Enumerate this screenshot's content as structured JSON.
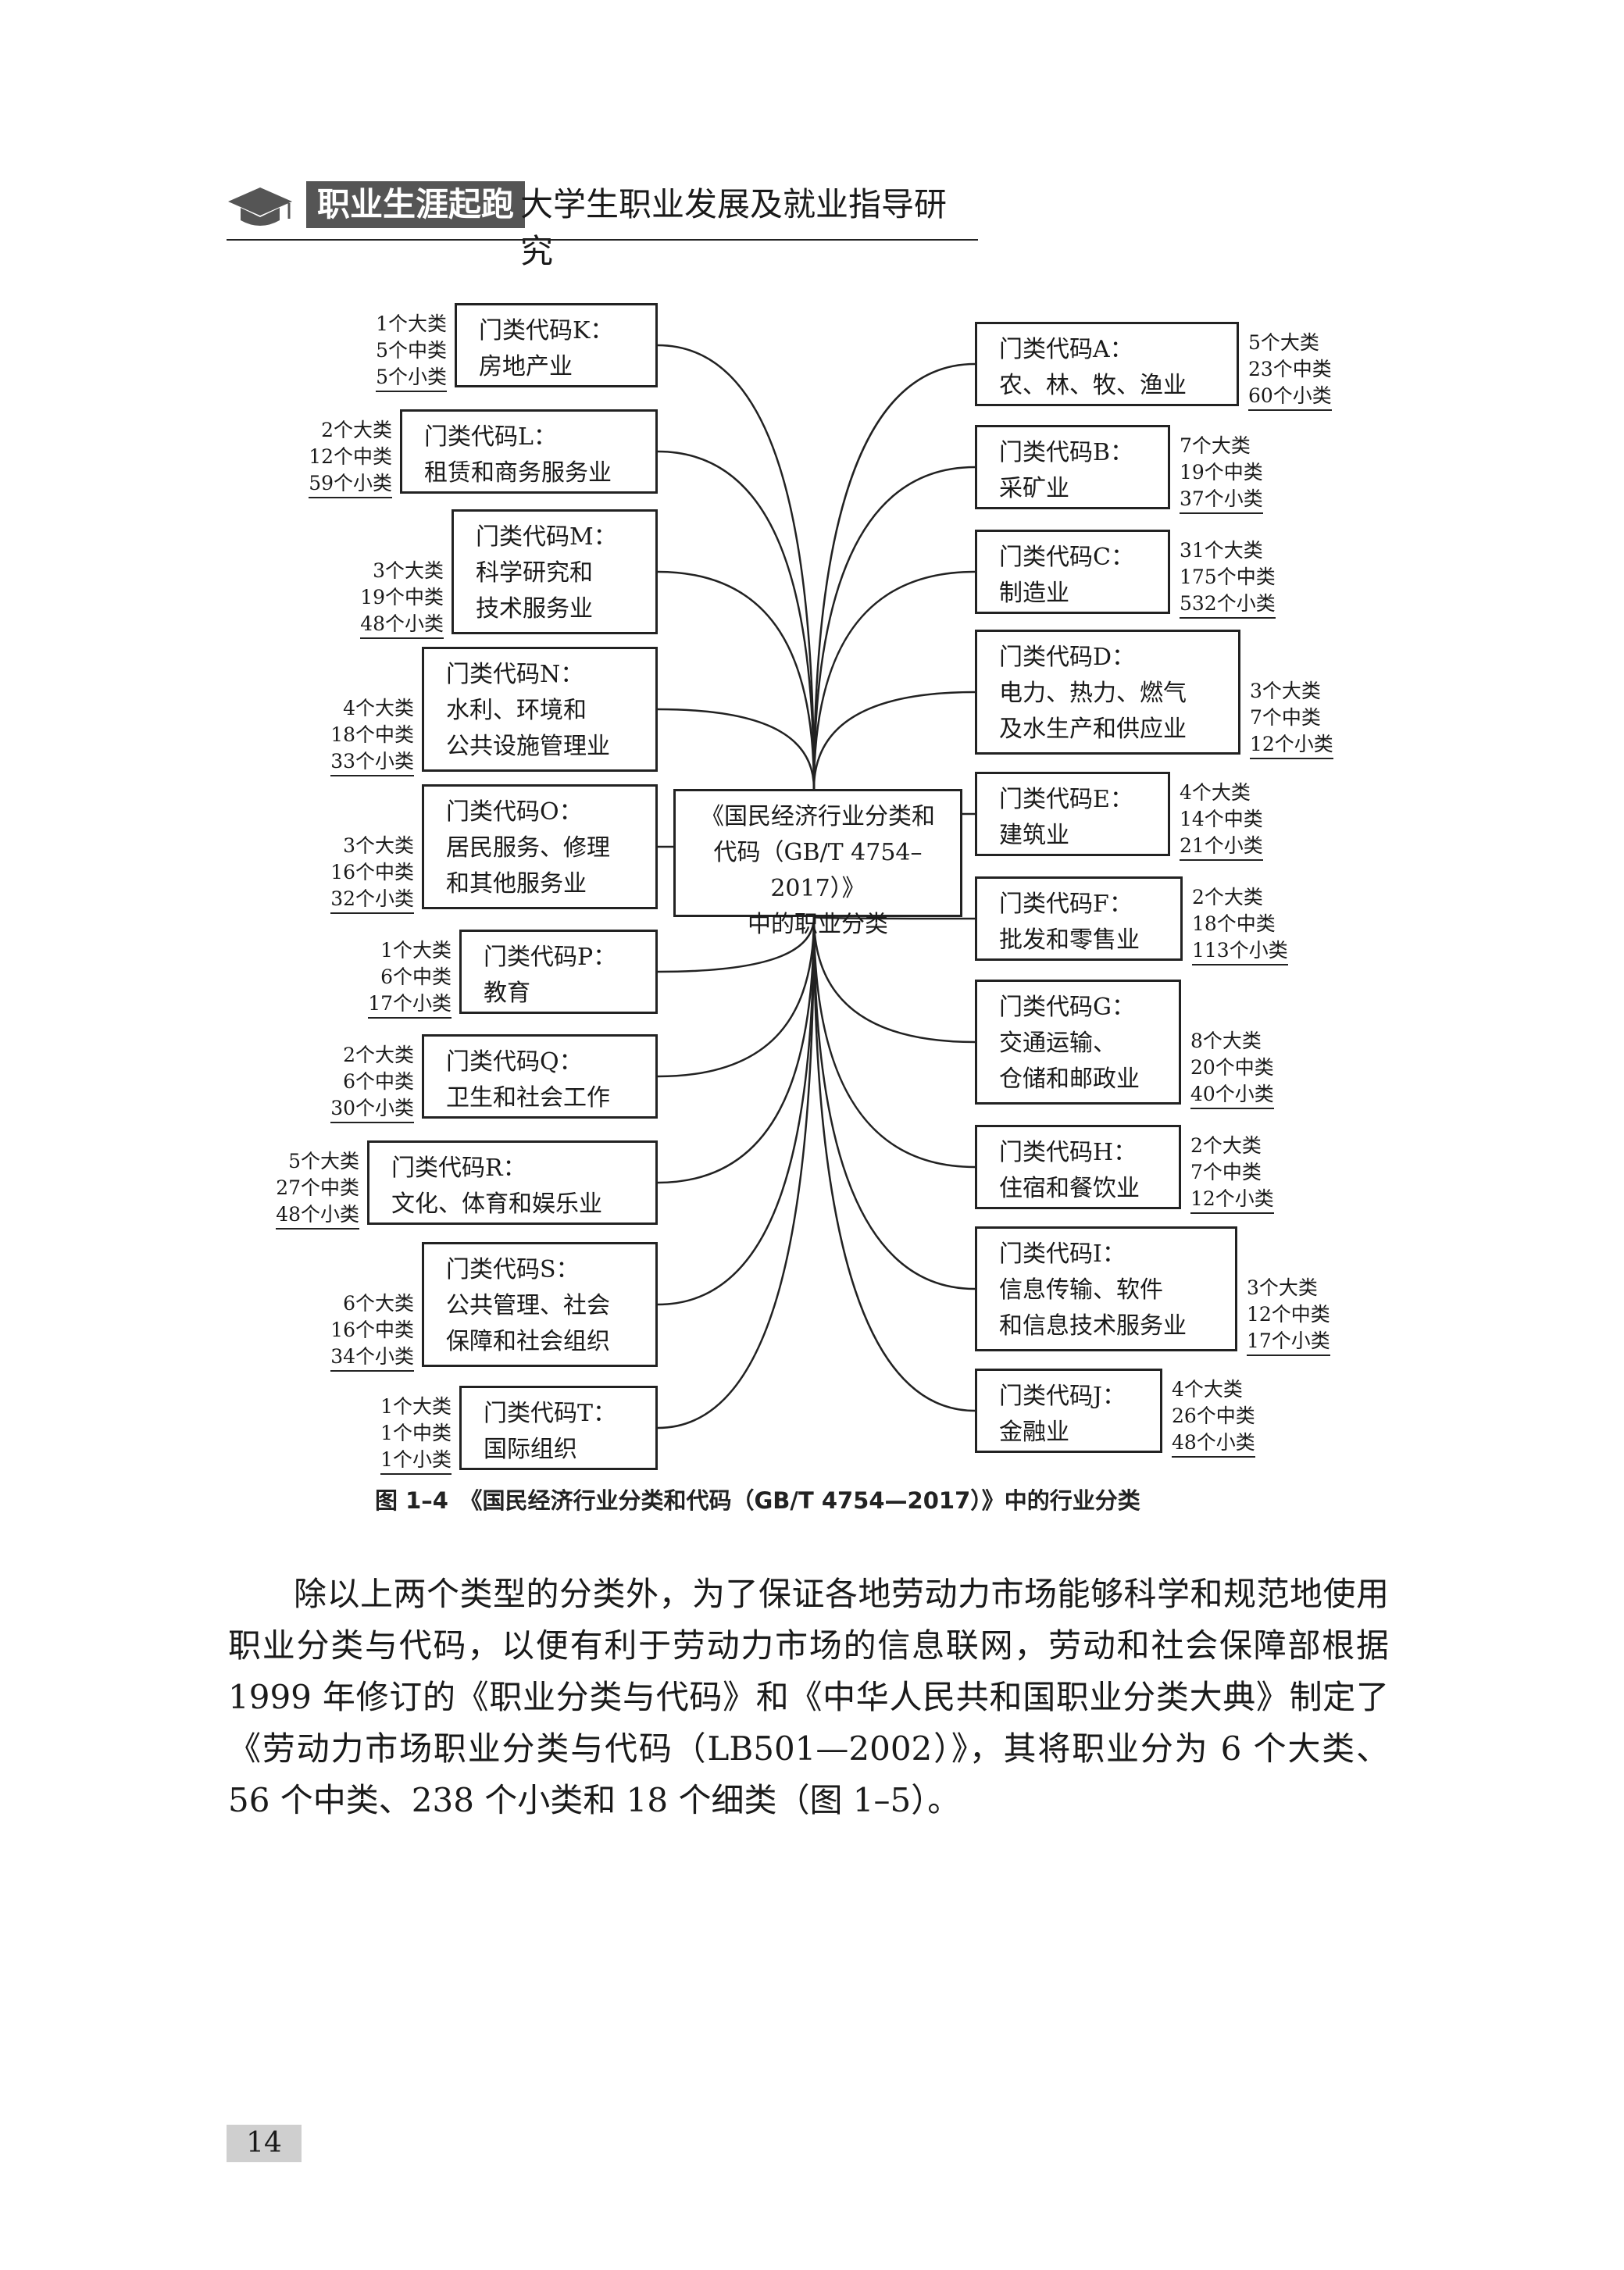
{
  "header": {
    "badge": "职业生涯起跑",
    "title": "大学生职业发展及就业指导研究"
  },
  "diagram": {
    "center": {
      "line1": "《国民经济行业分类和",
      "line2": "代码（GB/T 4754–2017）》",
      "line3": "中的职业分类"
    },
    "left": [
      {
        "code": "门类代码K：",
        "name": "房地产业",
        "stats": [
          "1个大类",
          "5个中类",
          "5个小类"
        ]
      },
      {
        "code": "门类代码L：",
        "name": "租赁和商务服务业",
        "stats": [
          "2个大类",
          "12个中类",
          "59个小类"
        ]
      },
      {
        "code": "门类代码M：",
        "name": "科学研究和\n技术服务业",
        "stats": [
          "3个大类",
          "19个中类",
          "48个小类"
        ]
      },
      {
        "code": "门类代码N：",
        "name": "水利、环境和\n公共设施管理业",
        "stats": [
          "4个大类",
          "18个中类",
          "33个小类"
        ]
      },
      {
        "code": "门类代码O：",
        "name": "居民服务、修理\n和其他服务业",
        "stats": [
          "3个大类",
          "16个中类",
          "32个小类"
        ]
      },
      {
        "code": "门类代码P：",
        "name": "教育",
        "stats": [
          "1个大类",
          "6个中类",
          "17个小类"
        ]
      },
      {
        "code": "门类代码Q：",
        "name": "卫生和社会工作",
        "stats": [
          "2个大类",
          "6个中类",
          "30个小类"
        ]
      },
      {
        "code": "门类代码R：",
        "name": "文化、体育和娱乐业",
        "stats": [
          "5个大类",
          "27个中类",
          "48个小类"
        ]
      },
      {
        "code": "门类代码S：",
        "name": "公共管理、社会\n保障和社会组织",
        "stats": [
          "6个大类",
          "16个中类",
          "34个小类"
        ]
      },
      {
        "code": "门类代码T：",
        "name": "国际组织",
        "stats": [
          "1个大类",
          "1个中类",
          "1个小类"
        ]
      }
    ],
    "right": [
      {
        "code": "门类代码A：",
        "name": "农、林、牧、渔业",
        "stats": [
          "5个大类",
          "23个中类",
          "60个小类"
        ]
      },
      {
        "code": "门类代码B：",
        "name": "采矿业",
        "stats": [
          "7个大类",
          "19个中类",
          "37个小类"
        ]
      },
      {
        "code": "门类代码C：",
        "name": "制造业",
        "stats": [
          "31个大类",
          "175个中类",
          "532个小类"
        ]
      },
      {
        "code": "门类代码D：",
        "name": "电力、热力、燃气\n及水生产和供应业",
        "stats": [
          "3个大类",
          "7个中类",
          "12个小类"
        ]
      },
      {
        "code": "门类代码E：",
        "name": "建筑业",
        "stats": [
          "4个大类",
          "14个中类",
          "21个小类"
        ]
      },
      {
        "code": "门类代码F：",
        "name": "批发和零售业",
        "stats": [
          "2个大类",
          "18个中类",
          "113个小类"
        ]
      },
      {
        "code": "门类代码G：",
        "name": "交通运输、\n仓储和邮政业",
        "stats": [
          "8个大类",
          "20个中类",
          "40个小类"
        ]
      },
      {
        "code": "门类代码H：",
        "name": "住宿和餐饮业",
        "stats": [
          "2个大类",
          "7个中类",
          "12个小类"
        ]
      },
      {
        "code": "门类代码I：",
        "name": "信息传输、软件\n和信息技术服务业",
        "stats": [
          "3个大类",
          "12个中类",
          "17个小类"
        ]
      },
      {
        "code": "门类代码J：",
        "name": "金融业",
        "stats": [
          "4个大类",
          "26个中类",
          "48个小类"
        ]
      }
    ]
  },
  "figure_caption": "图 1–4　《国民经济行业分类和代码（GB/T 4754—2017）》中的行业分类",
  "body": {
    "paragraph": "除以上两个类型的分类外，为了保证各地劳动力市场能够科学和规范地使用职业分类与代码，以便有利于劳动力市场的信息联网，劳动和社会保障部根据 1999 年修订的《职业分类与代码》和《中华人民共和国职业分类大典》制定了《劳动力市场职业分类与代码（LB501—2002）》，其将职业分为 6 个大类、56 个中类、238 个小类和 18 个细类（图 1–5）。"
  },
  "page_number": "14"
}
